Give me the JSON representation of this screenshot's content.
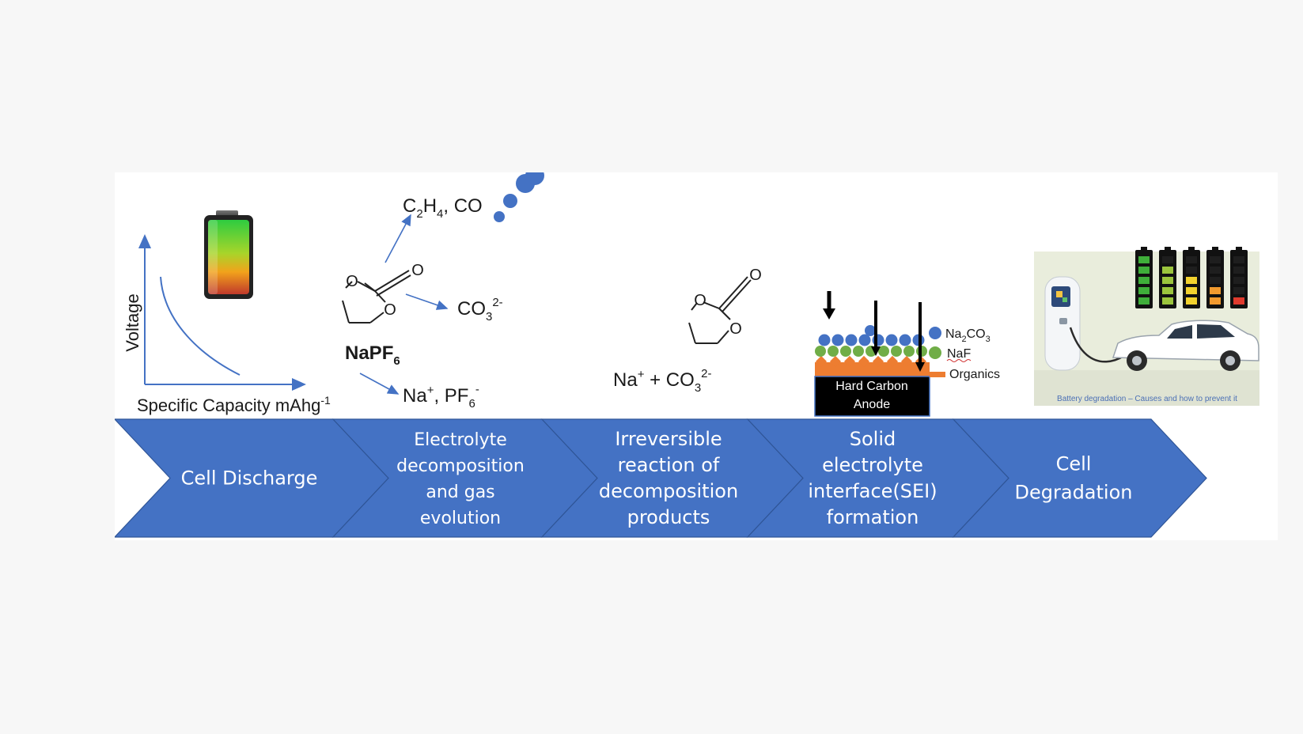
{
  "graph": {
    "ylabel": "Voltage",
    "xlabel_main": "Specific Capacity mAhg",
    "xlabel_sup": "-1"
  },
  "decomposition": {
    "gas_c": "C",
    "gas_c_sub": "2",
    "gas_h": "H",
    "gas_h_sub": "4",
    "gas_rest": ", CO",
    "carbonate_main": "CO",
    "carbonate_sub": "3",
    "carbonate_sup": "2-",
    "salt_main": "NaPF",
    "salt_sub": "6",
    "ions_na": "Na",
    "ions_na_sup": "+",
    "ions_pf": ", PF",
    "ions_pf_sub": "6",
    "ions_pf_sup": "-",
    "ring_o1": "O",
    "ring_o2": "O",
    "ring_o3": "O"
  },
  "reaction": {
    "na": "Na",
    "na_sup": "+",
    "plus_co": " + CO",
    "co_sub": "3",
    "co_sup": "2-",
    "ring_o1": "O",
    "ring_o2": "O",
    "ring_o3": "O"
  },
  "sei": {
    "anode_line1": "Hard Carbon",
    "anode_line2": "Anode",
    "legend_na2co3_main": "Na",
    "legend_na2co3_sub1": "2",
    "legend_na2co3_co": "CO",
    "legend_na2co3_sub2": "3",
    "legend_naf": "NaF",
    "legend_organics": "Organics"
  },
  "ev_caption": "Battery degradation – Causes and how to prevent it",
  "steps": [
    {
      "lines": [
        "Cell Discharge"
      ]
    },
    {
      "lines": [
        "Electrolyte",
        "decomposition",
        "and gas",
        "evolution"
      ]
    },
    {
      "lines": [
        "Irreversible",
        "reaction of",
        "decomposition",
        "products"
      ]
    },
    {
      "lines": [
        "Solid",
        "electrolyte",
        "interface(SEI)",
        "formation"
      ]
    },
    {
      "lines": [
        "Cell",
        "Degradation"
      ]
    }
  ],
  "colors": {
    "chevron": "#4472c4",
    "chevron_edge": "#2f5597",
    "na2co3": "#4472c4",
    "naf": "#70ad47",
    "organics": "#ed7d31",
    "arrow_blue": "#4472c4"
  }
}
